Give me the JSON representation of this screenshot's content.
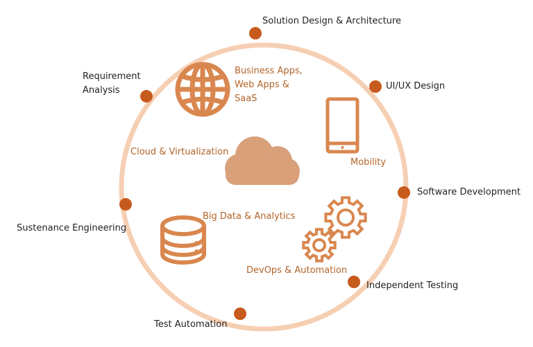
{
  "colors": {
    "ring": "#f6cfb3",
    "node": "#c75b1d",
    "icon_stroke": "#d9874f",
    "cloud_fill": "#d9a07a",
    "inner_text": "#b0642a",
    "outer_text": "#222222"
  },
  "lifecycle": {
    "stages": [
      {
        "label": "Solution Design & Architecture"
      },
      {
        "label": "UI/UX Design"
      },
      {
        "label": "Software Development"
      },
      {
        "label": "Independent Testing"
      },
      {
        "label": "Test Automation"
      },
      {
        "label": "Sustenance Engineering"
      },
      {
        "label": "Requirement Analysis"
      }
    ]
  },
  "capabilities": [
    {
      "label": "Business Apps, Web Apps & SaaS",
      "icon": "globe-icon"
    },
    {
      "label": "Mobility",
      "icon": "smartphone-icon"
    },
    {
      "label": "Cloud & Virtualization",
      "icon": "cloud-icon"
    },
    {
      "label": "Big Data & Analytics",
      "icon": "database-icon"
    },
    {
      "label": "DevOps & Automation",
      "icon": "gears-icon"
    }
  ]
}
